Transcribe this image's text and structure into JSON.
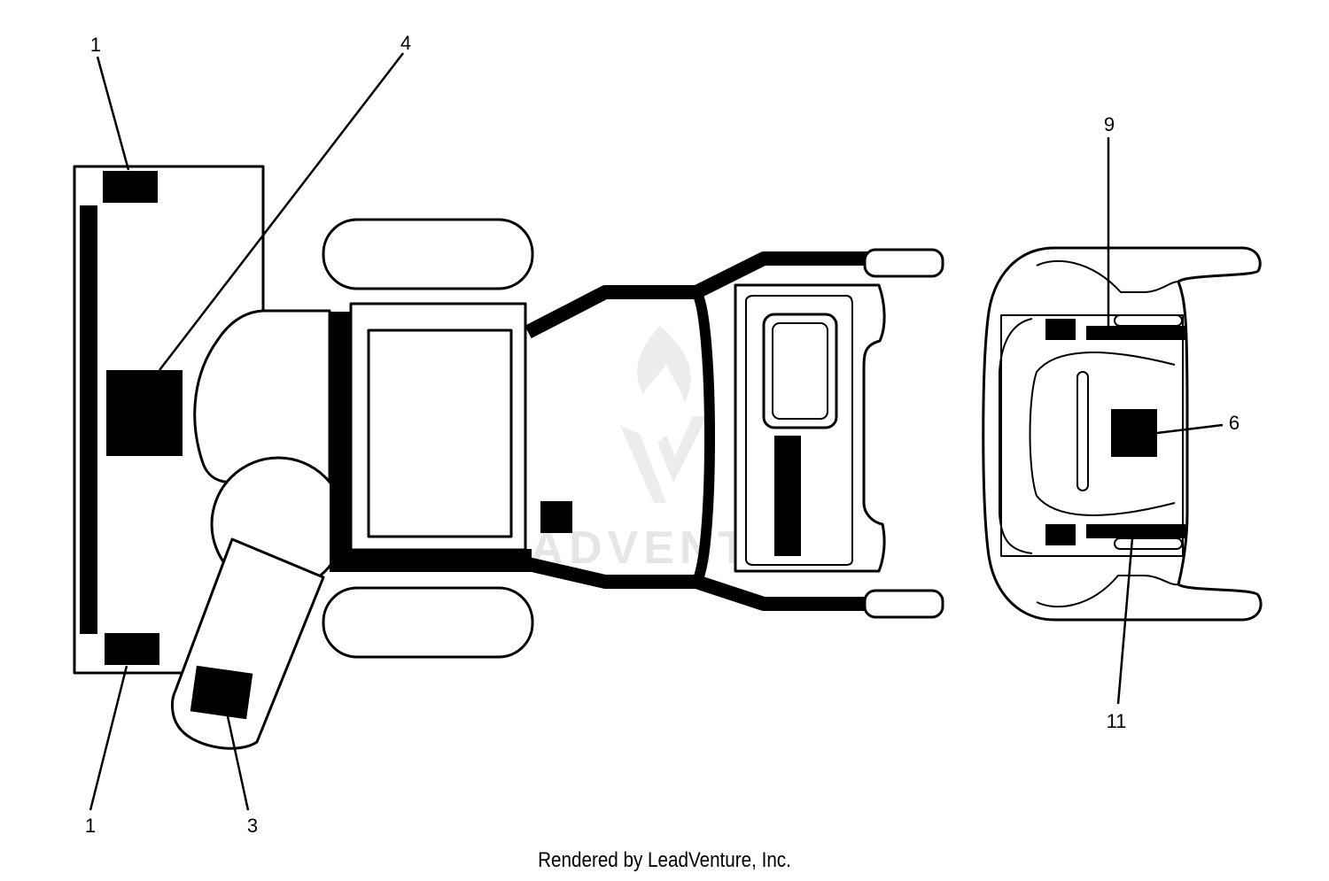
{
  "callouts": {
    "c1_top": "1",
    "c1_bottom": "1",
    "c3": "3",
    "c4": "4",
    "c6": "6",
    "c9": "9",
    "c11": "11"
  },
  "watermark": {
    "text": "LEADVENTURE"
  },
  "footer": {
    "credit": "Rendered by LeadVenture, Inc."
  },
  "colors": {
    "line": "#000000",
    "decal": "#000000",
    "background": "#ffffff",
    "watermark": "#e6e6e6"
  }
}
